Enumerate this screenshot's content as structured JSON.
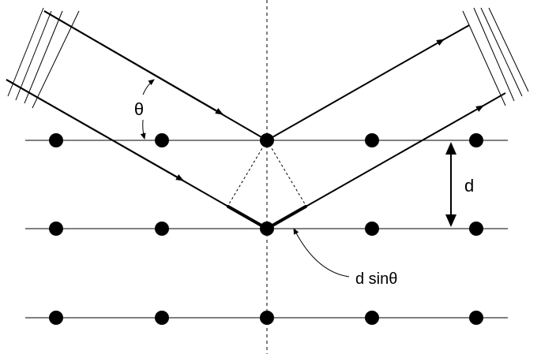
{
  "labels": {
    "theta": "θ",
    "spacing": "d",
    "path_difference": "d sinθ"
  },
  "colors": {
    "background": "#ffffff",
    "stroke": "#000000"
  }
}
